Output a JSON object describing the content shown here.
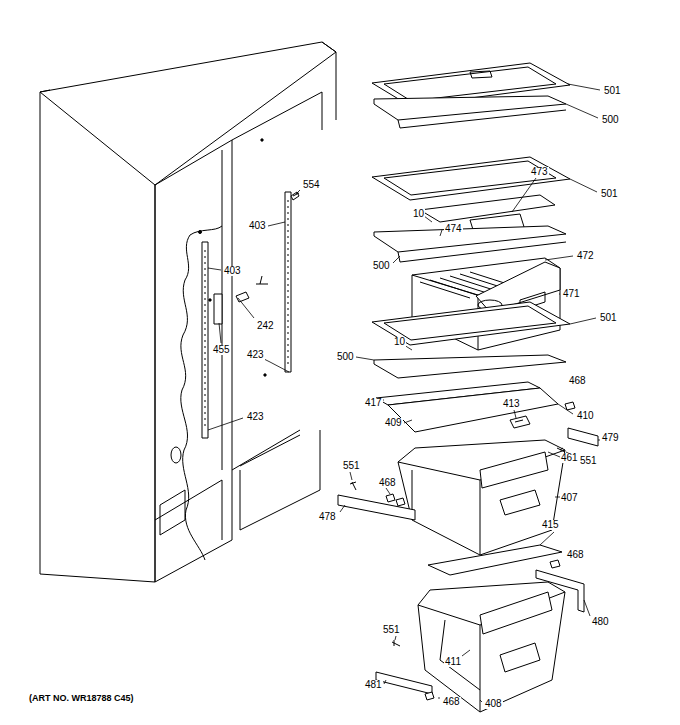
{
  "diagram": {
    "labels": [
      "501",
      "500",
      "554",
      "403",
      "473",
      "501",
      "10",
      "474",
      "403",
      "500",
      "472",
      "471",
      "242",
      "455",
      "423",
      "501",
      "500",
      "10",
      "468",
      "417",
      "413",
      "410",
      "479",
      "409",
      "423",
      "461",
      "551",
      "551",
      "468",
      "407",
      "478",
      "415",
      "468",
      "480",
      "551",
      "411",
      "481",
      "468",
      "408",
      "(ART NO. WR18788 C45)"
    ]
  }
}
